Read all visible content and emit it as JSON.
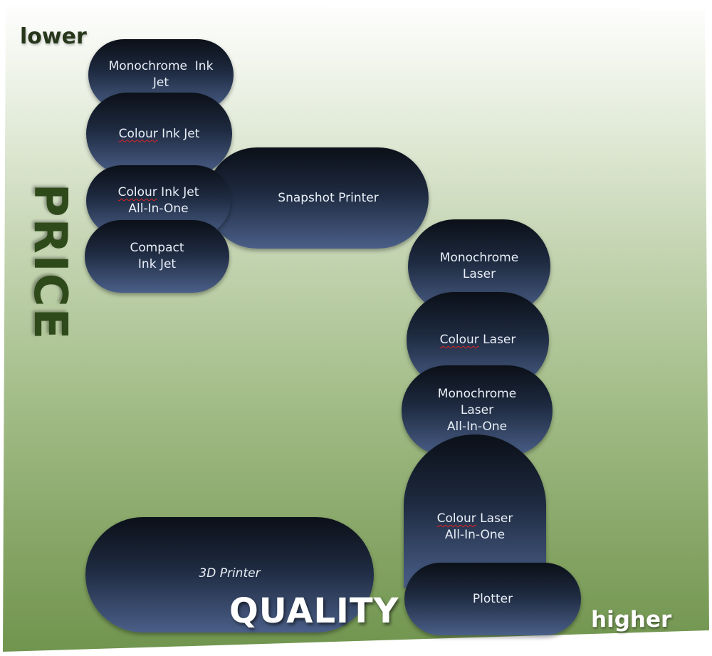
{
  "labels": {
    "lower": "lower",
    "higher": "higher",
    "price": "PRICE",
    "quality": "QUALITY"
  },
  "nodes": {
    "monochrome_ink_jet": [
      "Monochrome  Ink",
      "Jet"
    ],
    "colour_ink_jet": {
      "word": "Colour",
      "rest": " Ink Jet"
    },
    "colour_ink_jet_aio": {
      "word": "Colour",
      "rest": " Ink Jet",
      "line2": "All-In-One"
    },
    "compact_ink_jet": [
      "Compact",
      "Ink Jet"
    ],
    "snapshot_printer": "Snapshot Printer",
    "monochrome_laser": [
      "Monochrome",
      "Laser"
    ],
    "colour_laser": {
      "word": "Colour",
      "rest": " Laser"
    },
    "monochrome_laser_aio": [
      "Monochrome",
      "Laser",
      "All-In-One"
    ],
    "colour_laser_aio": {
      "word": "Colour",
      "rest": " Laser",
      "line2": "All-In-One"
    },
    "plotter": "Plotter",
    "three_d_printer": "3D Printer"
  },
  "colors": {
    "pill_top": "#0b1018",
    "pill_bottom": "#4a5f88",
    "background_top": "#ffffff",
    "background_bottom": "#6f944d",
    "axis_dark": "#2f4a1a",
    "axis_light": "#ffffff"
  }
}
